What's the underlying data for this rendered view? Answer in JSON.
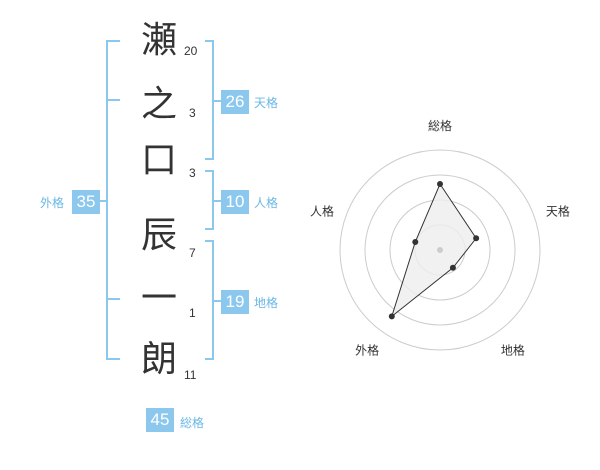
{
  "name_characters": [
    {
      "char": "瀬",
      "strokes": "20"
    },
    {
      "char": "之",
      "strokes": "3"
    },
    {
      "char": "口",
      "strokes": "3"
    },
    {
      "char": "辰",
      "strokes": "7"
    },
    {
      "char": "一",
      "strokes": "1"
    },
    {
      "char": "朗",
      "strokes": "11"
    }
  ],
  "fortunes": {
    "tenkaku": {
      "label": "天格",
      "value": "26"
    },
    "jinkaku": {
      "label": "人格",
      "value": "10"
    },
    "chikaku": {
      "label": "地格",
      "value": "19"
    },
    "gaikaku": {
      "label": "外格",
      "value": "35"
    },
    "soukaku": {
      "label": "総格",
      "value": "45"
    }
  },
  "radar": {
    "axes": [
      "総格",
      "天格",
      "地格",
      "外格",
      "人格"
    ],
    "levels": 4,
    "values": [
      3.3,
      1.9,
      1.1,
      4.1,
      1.3
    ],
    "max": 5,
    "colors": {
      "grid": "#cccccc",
      "fill": "#eeeeee",
      "line": "#333333",
      "center": "#cccccc"
    }
  },
  "colors": {
    "accent": "#8cc8ee",
    "label": "#6ab7e6",
    "text": "#333333"
  }
}
